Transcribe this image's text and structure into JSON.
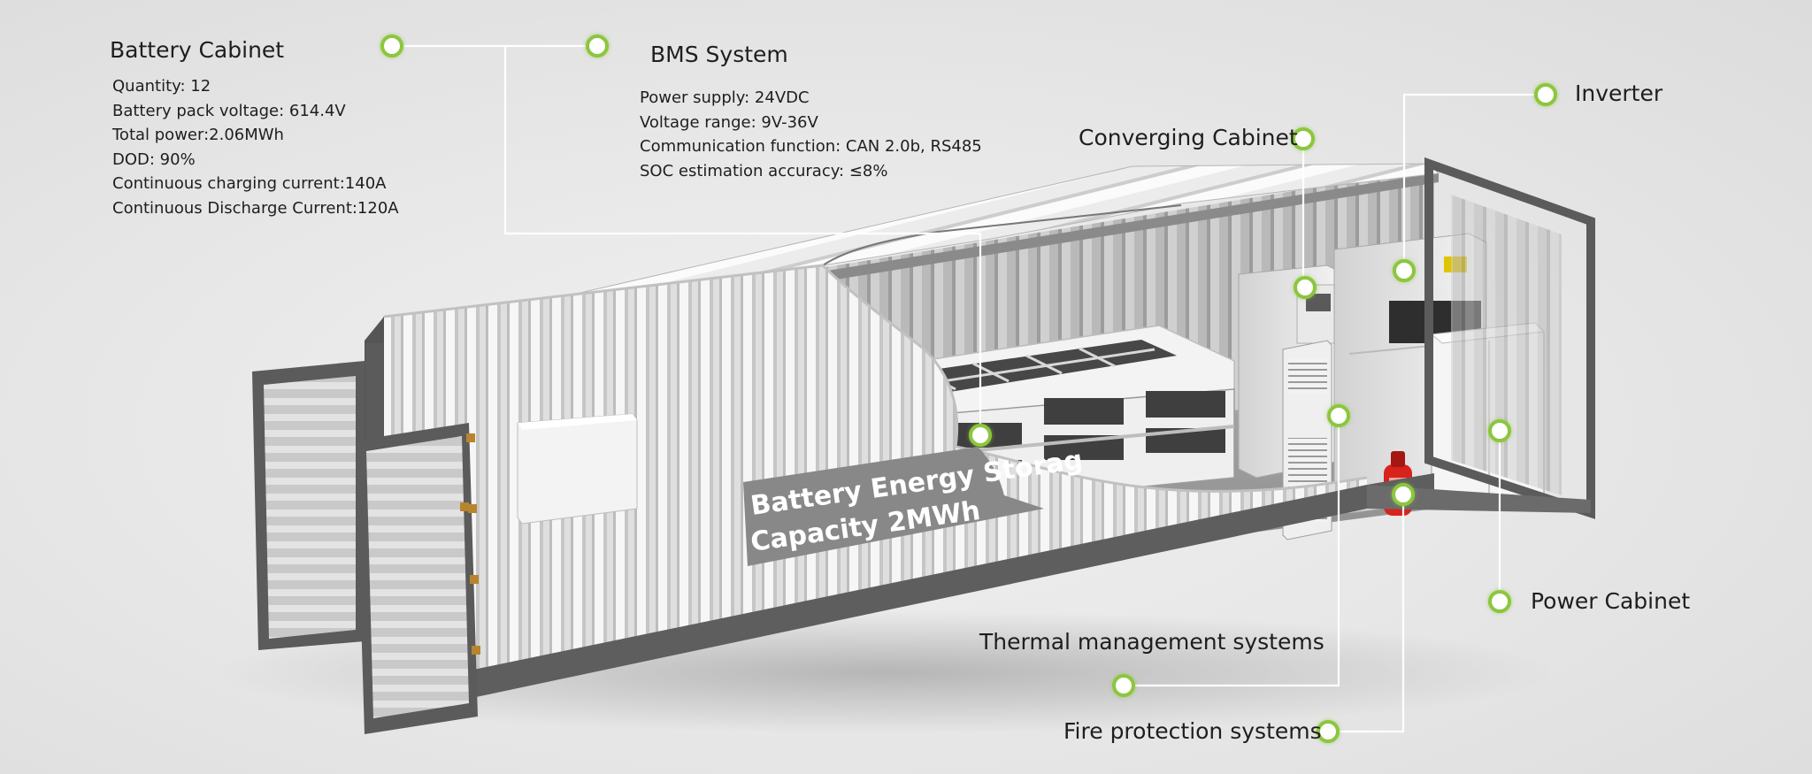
{
  "colors": {
    "accent": "#8cc63e",
    "leader_line": "#ffffff",
    "container_frame": "#5b5b5b",
    "fire_extinguisher": "#d8231c"
  },
  "callouts": {
    "battery_cabinet": {
      "title": "Battery Cabinet",
      "specs": [
        "Quantity: 12",
        "Battery pack voltage: 614.4V",
        "Total power:2.06MWh",
        "DOD: 90%",
        "Continuous charging current:140A",
        "Continuous Discharge Current:120A"
      ]
    },
    "bms_system": {
      "title": "BMS System",
      "specs": [
        "Power supply: 24VDC",
        "Voltage range: 9V-36V",
        "Communication function: CAN 2.0b, RS485",
        "SOC estimation accuracy: ≤8%"
      ]
    },
    "converging_cabinet": {
      "title": "Converging Cabinet"
    },
    "inverter": {
      "title": "Inverter"
    },
    "power_cabinet": {
      "title": "Power Cabinet"
    },
    "thermal_management": {
      "title": "Thermal management systems"
    },
    "fire_protection": {
      "title": "Fire protection systems"
    }
  },
  "container_label": {
    "line1": "Battery Energy Storag",
    "line2": "Capacity 2MWh"
  }
}
